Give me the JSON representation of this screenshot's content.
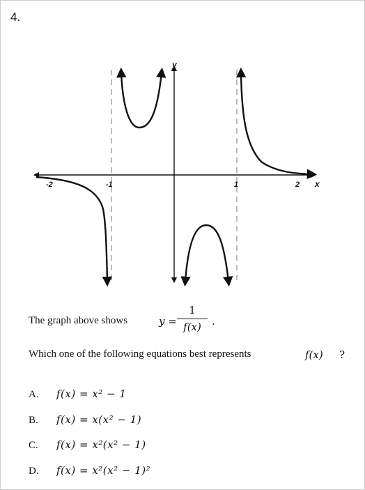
{
  "question": {
    "number": "4.",
    "stem_prefix": "The graph above shows",
    "y_equals": "y =",
    "fraction_numerator": "1",
    "fraction_denominator": "f(x)",
    "stem_suffix": ".",
    "prompt": "Which one of the following equations best represents",
    "prompt_function": "f(x)",
    "prompt_end": "?"
  },
  "choices": [
    {
      "letter": "A.",
      "equation": "f(x) = x² − 1"
    },
    {
      "letter": "B.",
      "equation": "f(x) = x(x² − 1)"
    },
    {
      "letter": "C.",
      "equation": "f(x) = x²(x² − 1)"
    },
    {
      "letter": "D.",
      "equation": "f(x) = x²(x² − 1)²"
    }
  ],
  "graph": {
    "x_axis_label": "x",
    "y_axis_label": "y",
    "x_tick_labels": [
      "-2",
      "-1",
      "1",
      "2"
    ],
    "vertical_asymptotes": [
      -1,
      0,
      1
    ],
    "asymptote_style": "dashed",
    "xlim": [
      -2.2,
      2.2
    ]
  }
}
